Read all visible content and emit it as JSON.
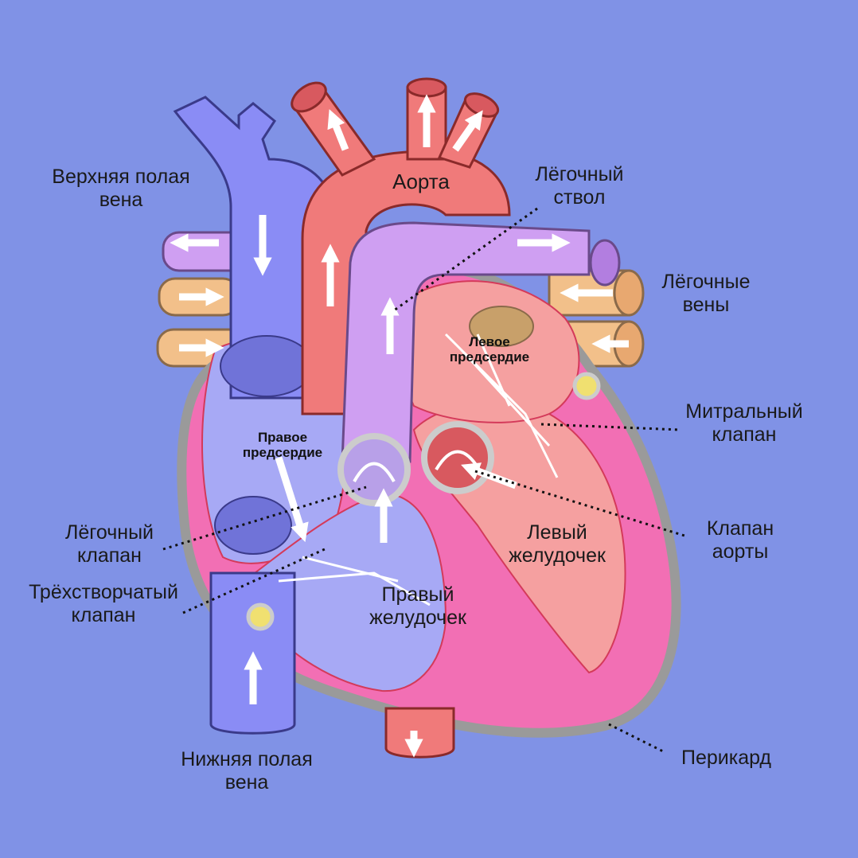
{
  "labels": {
    "svc": [
      "Верхняя полая",
      "вена"
    ],
    "aorta": [
      "Аорта"
    ],
    "pulm_trunk": [
      "Лёгочный",
      "ствол"
    ],
    "pulm_veins": [
      "Лёгочные",
      "вены"
    ],
    "left_atrium": [
      "Левое",
      "предсердие"
    ],
    "right_atrium": [
      "Правое",
      "предсердие"
    ],
    "mitral": [
      "Митральный",
      "клапан"
    ],
    "pulm_valve": [
      "Лёгочный",
      "клапан"
    ],
    "aortic_valve": [
      "Клапан",
      "аорты"
    ],
    "left_ventricle": [
      "Левый",
      "желудочек"
    ],
    "tricuspid": [
      "Трёхстворчатый",
      "клапан"
    ],
    "right_ventricle": [
      "Правый",
      "желудочек"
    ],
    "ivc": [
      "Нижняя полая",
      "вена"
    ],
    "pericardium": [
      "Перикард"
    ]
  },
  "colors": {
    "background": "#8092e6",
    "vena_cava": "#8a8cf5",
    "right_heart": "#a7a9f5",
    "aorta": "#f07a7a",
    "pulmonary_artery": "#cf9ff2",
    "pulmonary_vein": "#f2c08a",
    "left_ventricle_wall": "#f26fb4",
    "pericardium": "#9a9a9a"
  }
}
